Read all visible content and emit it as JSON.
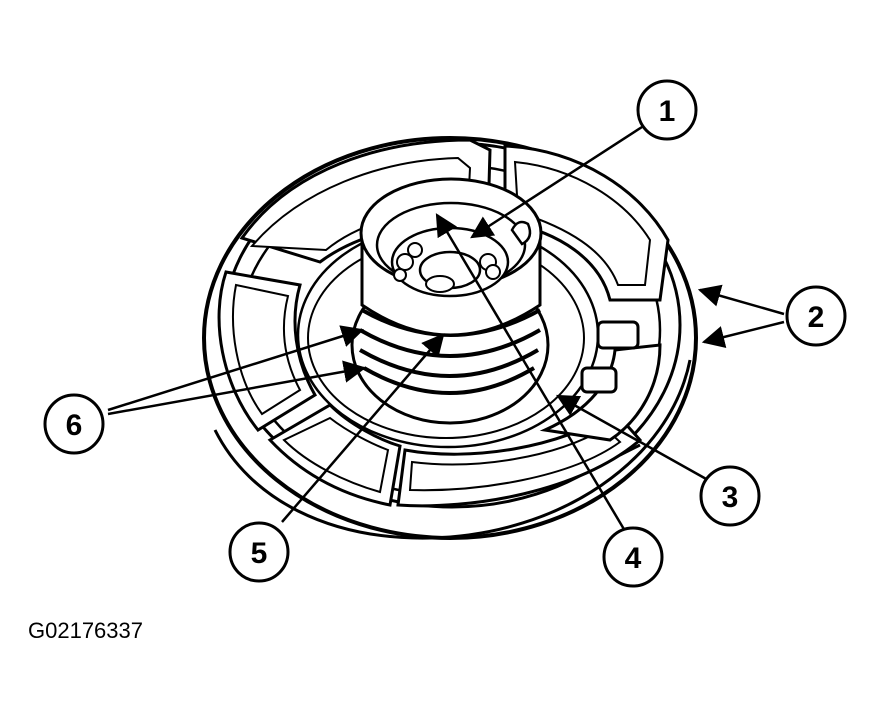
{
  "figure": {
    "code": "G02176337"
  },
  "callouts": [
    {
      "id": "1",
      "label": "1"
    },
    {
      "id": "2",
      "label": "2"
    },
    {
      "id": "3",
      "label": "3"
    },
    {
      "id": "4",
      "label": "4"
    },
    {
      "id": "5",
      "label": "5"
    },
    {
      "id": "6",
      "label": "6"
    }
  ],
  "colors": {
    "ink": "#000000",
    "paper": "#ffffff"
  }
}
